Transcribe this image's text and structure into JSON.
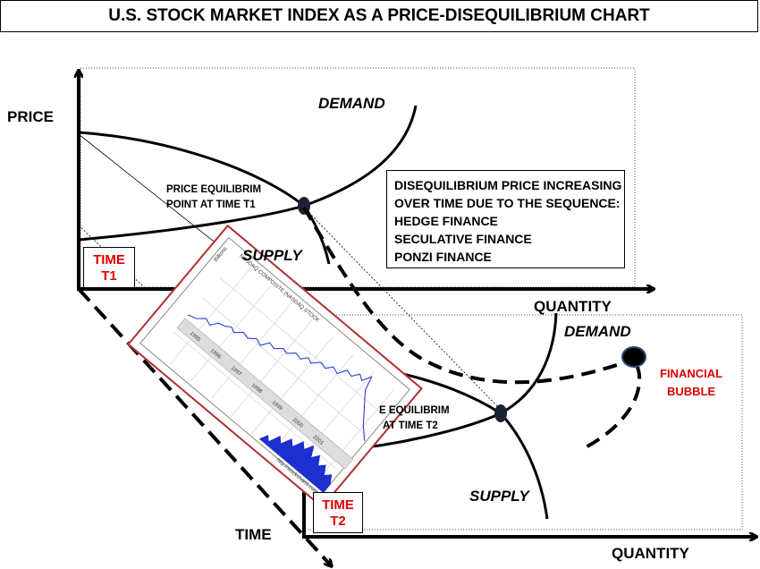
{
  "title": "U.S. STOCK MARKET INDEX AS A PRICE-DISEQUILIBRIUM CHART",
  "labels": {
    "price": "PRICE",
    "time": "TIME",
    "quantity_top": "QUANTITY",
    "quantity_bottom": "QUANTITY",
    "demand_top": "DEMAND",
    "demand_bottom": "DEMAND",
    "supply_top": "SUPPLY",
    "supply_bottom": "SUPPLY",
    "eq_t1_line1": "PRICE EQUILIBRIM",
    "eq_t1_line2": "POINT AT TIME T1",
    "eq_t2_line1": "E EQUILIBRIM",
    "eq_t2_line2": "AT TIME T2",
    "bubble_line1": "FINANCIAL",
    "bubble_line2": "BUBBLE"
  },
  "info_box": {
    "lines": [
      "DISEQUILIBRIUM PRICE INCREASING",
      "OVER TIME DUE TO THE SEQUENCE:",
      "HEDGE FINANCE",
      "SECULATIVE FINANCE",
      "PONZI FINANCE"
    ]
  },
  "time_boxes": {
    "t1_line1": "TIME",
    "t1_line2": "T1",
    "t2_line1": "TIME",
    "t2_line2": "T2"
  },
  "inset": {
    "header": "NASDAQ COMPOSITE (NASDAQ STOCK",
    "footer": "http://stockcharts.com",
    "side": "Billions",
    "years": [
      "1995",
      "1996",
      "1997",
      "1998",
      "1999",
      "2000",
      "2001"
    ]
  },
  "colors": {
    "accent_red": "#e00000",
    "line": "#000000",
    "chart_line": "#2a3fd6",
    "volume": "#1e2fd0"
  }
}
